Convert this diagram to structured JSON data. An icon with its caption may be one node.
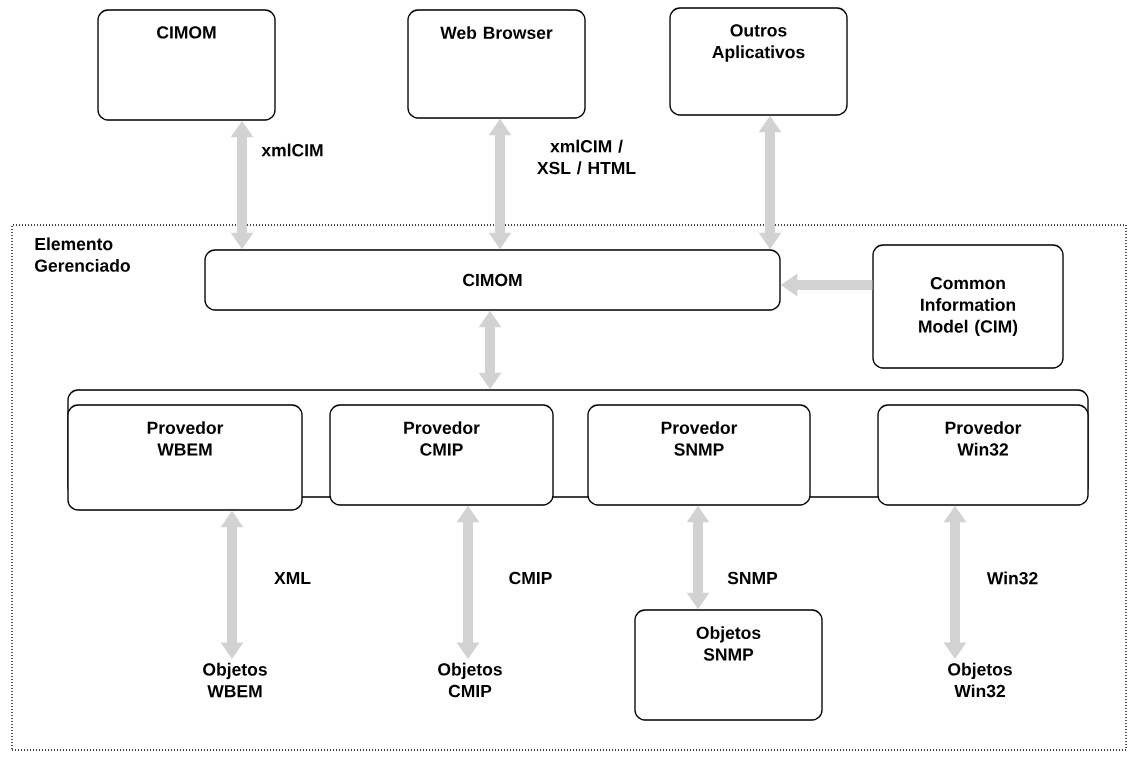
{
  "diagram": {
    "nodes": [
      {
        "text": [
          "CIMOM"
        ]
      },
      {
        "text": [
          "Web Browser"
        ]
      },
      {
        "text": [
          "Outros Aplicativos"
        ]
      },
      {
        "text": [
          "Elemento Gerenciado"
        ]
      },
      {
        "text": [
          "CIMOM"
        ],
        "in": 3
      },
      {
        "text": [
          "Common Information Model (CIM)"
        ],
        "in": 3
      },
      {
        "text": [],
        "shape": "box",
        "in": 3
      },
      {
        "text": [
          "Provedor WBEM"
        ],
        "in": 3
      },
      {
        "text": [
          "Provedor CMIP"
        ],
        "in": 3
      },
      {
        "text": [
          "Provedor SNMP"
        ],
        "in": 3
      },
      {
        "text": [
          "Provedor Win32"
        ],
        "in": 3
      },
      {
        "text": [
          "Objetos WBEM"
        ],
        "in": 3
      },
      {
        "text": [
          "Objetos CMIP"
        ],
        "in": 3
      },
      {
        "text": [
          "Objetos SNMP"
        ],
        "in": 3
      },
      {
        "text": [
          "Objetos Win32"
        ],
        "in": 3
      }
    ],
    "edges": [
      {
        "from": 0,
        "to": 4,
        "arrow": "both",
        "label": "xmlCIM"
      },
      {
        "from": 1,
        "to": 4,
        "arrow": "both",
        "label": "xmlCIM / XSL / HTML"
      },
      {
        "from": 2,
        "to": 4,
        "arrow": "both"
      },
      {
        "from": 5,
        "to": 4,
        "arrow": "to"
      },
      {
        "from": 4,
        "to": 6,
        "arrow": "both"
      },
      {
        "from": 7,
        "to": 11,
        "arrow": "both",
        "label": "XML"
      },
      {
        "from": 8,
        "to": 12,
        "arrow": "both",
        "label": "CMIP"
      },
      {
        "from": 9,
        "to": 13,
        "arrow": "both",
        "label": "SNMP"
      },
      {
        "from": 10,
        "to": 14,
        "arrow": "both",
        "label": "Win32"
      }
    ]
  }
}
